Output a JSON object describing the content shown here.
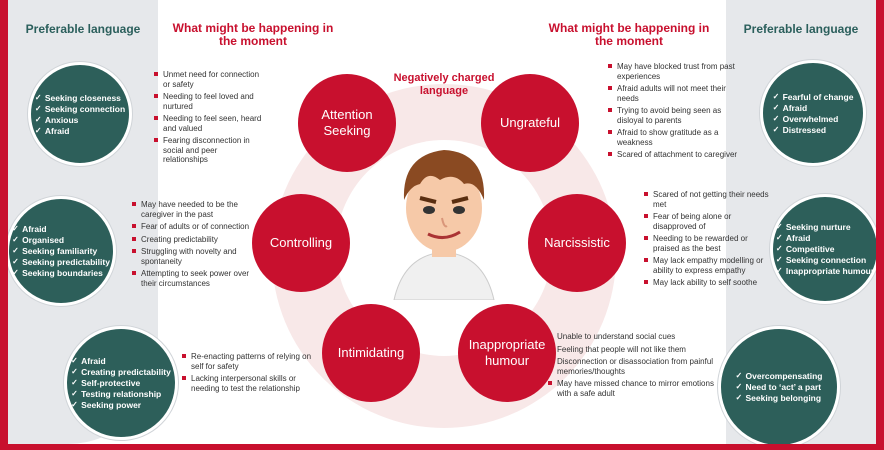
{
  "colors": {
    "brand_red": "#c8102e",
    "teal": "#2d5f5a",
    "sidebar_grey": "#e6e8eb",
    "ring_pink": "#f8e8e8"
  },
  "preferable_language_title": "Preferable language",
  "happening_title": "What might be happening in the moment",
  "center_label": "Negatively charged language",
  "boy_illustration": "boy-face-icon",
  "negative_terms": [
    {
      "label": "Attention Seeking",
      "happening": [
        "Unmet need for connection or safety",
        "Needing to feel loved and nurtured",
        "Needing to feel seen, heard and valued",
        "Fearing disconnection in social and peer relationships"
      ],
      "preferable": [
        "Seeking closeness",
        "Seeking connection",
        "Anxious",
        "Afraid"
      ]
    },
    {
      "label": "Ungrateful",
      "happening": [
        "May have blocked trust from past experiences",
        "Afraid adults will not meet their needs",
        "Trying to avoid being seen as disloyal to parents",
        "Afraid to show gratitude as a weakness",
        "Scared of attachment to caregiver"
      ],
      "preferable": [
        "Fearful of change",
        "Afraid",
        "Overwhelmed",
        "Distressed"
      ]
    },
    {
      "label": "Controlling",
      "happening": [
        "May have needed to be the caregiver in the past",
        "Fear of adults or of connection",
        "Creating predictability",
        "Struggling with novelty and spontaneity",
        "Attempting to seek power over their circumstances"
      ],
      "preferable": [
        "Afraid",
        "Organised",
        "Seeking familiarity",
        "Seeking predictability",
        "Seeking boundaries"
      ]
    },
    {
      "label": "Narcissistic",
      "happening": [
        "Scared of not getting their needs met",
        "Fear of being alone or disapproved of",
        "Needing to be rewarded or praised as the best",
        "May lack empathy modelling or ability to express empathy",
        "May lack ability to self soothe"
      ],
      "preferable": [
        "Seeking nurture",
        "Afraid",
        "Competitive",
        "Seeking connection",
        "Inappropriate humour"
      ]
    },
    {
      "label": "Intimidating",
      "happening": [
        "Re-enacting patterns of relying on self for safety",
        "Lacking interpersonal skills or needing to test the relationship"
      ],
      "preferable": [
        "Afraid",
        "Creating predictability",
        "Self-protective",
        "Testing relationship",
        "Seeking power"
      ]
    },
    {
      "label": "Inappropriate humour",
      "happening": [
        "Unable to understand social cues",
        "Feeling that people will not like them",
        "Disconnection or disassociation from painful memories/thoughts",
        "May have missed chance to mirror emotions with a safe adult"
      ],
      "preferable": [
        "Overcompensating",
        "Need to ‘act’ a part",
        "Seeking belonging"
      ]
    }
  ]
}
